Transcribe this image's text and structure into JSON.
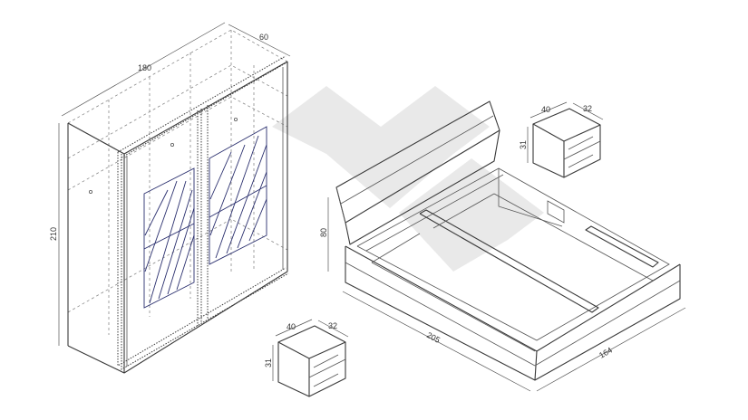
{
  "wardrobe": {
    "width": "180",
    "depth": "60",
    "height": "210"
  },
  "bed": {
    "length": "205",
    "width": "164",
    "height": "80"
  },
  "nightstand_bed": {
    "width": "40",
    "depth": "32",
    "height": "31"
  },
  "nightstand_wardrobe": {
    "width": "40",
    "depth": "32",
    "height": "31"
  }
}
